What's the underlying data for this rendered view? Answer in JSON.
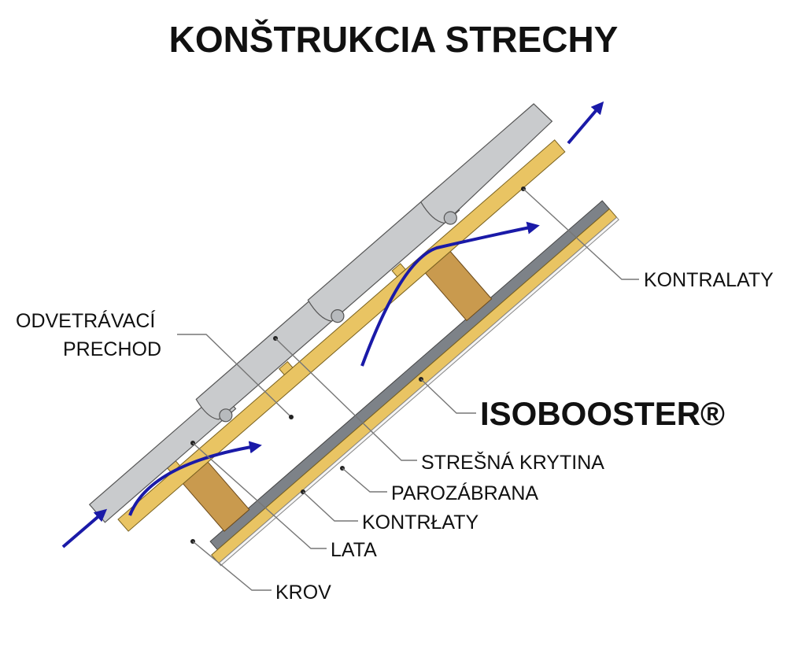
{
  "title": "KONŠTRUKCIA STRECHY",
  "labels": {
    "kontralaty": "KONTRALATY",
    "odvetravaci_line1": "ODVETRÁVACÍ",
    "odvetravaci_line2": "PRECHOD",
    "isobooster": "ISOBOOSTER®",
    "stresna_krytina": "STREŠNÁ KRYTINA",
    "parozabrana": "PAROZÁBRANA",
    "kontrlaty": "KONTRŁATY",
    "lata": "LATA",
    "krov": "KROV"
  },
  "colors": {
    "tile": "#c9cbcd",
    "wood": "#e9c463",
    "beam": "#c99a4e",
    "membrane": "#7d8288",
    "arrow": "#1a1aa8"
  }
}
